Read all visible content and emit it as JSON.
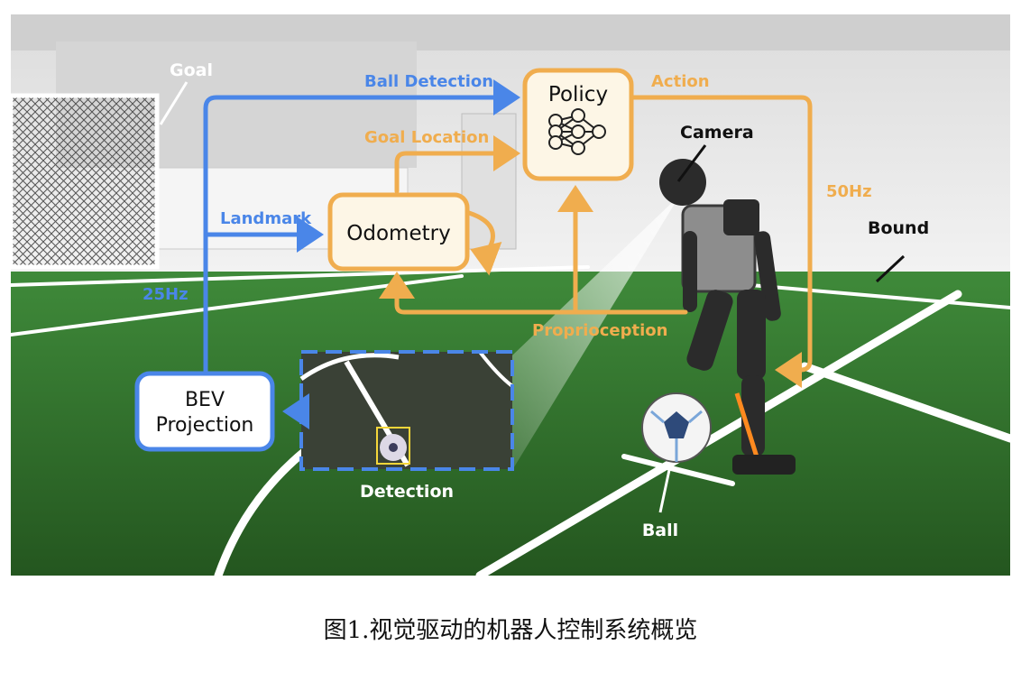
{
  "labels": {
    "goal": "Goal",
    "ball_detection": "Ball Detection",
    "goal_location": "Goal Location",
    "action": "Action",
    "camera": "Camera",
    "hz50": "50Hz",
    "bound": "Bound",
    "landmark": "Landmark",
    "hz25": "25Hz",
    "proprioception": "Proprioception",
    "detection": "Detection",
    "ball": "Ball"
  },
  "boxes": {
    "policy": "Policy",
    "odometry": "Odometry",
    "bev_line1": "BEV",
    "bev_line2": "Projection"
  },
  "caption": "图1.视觉驱动的机器人控制系统概览",
  "colors": {
    "blue": "#4a86e8",
    "orange": "#f0ad4e",
    "box_fill": "#fdf6e6",
    "field_green": "#2e6b2c",
    "wall": "#e9e9e9"
  }
}
